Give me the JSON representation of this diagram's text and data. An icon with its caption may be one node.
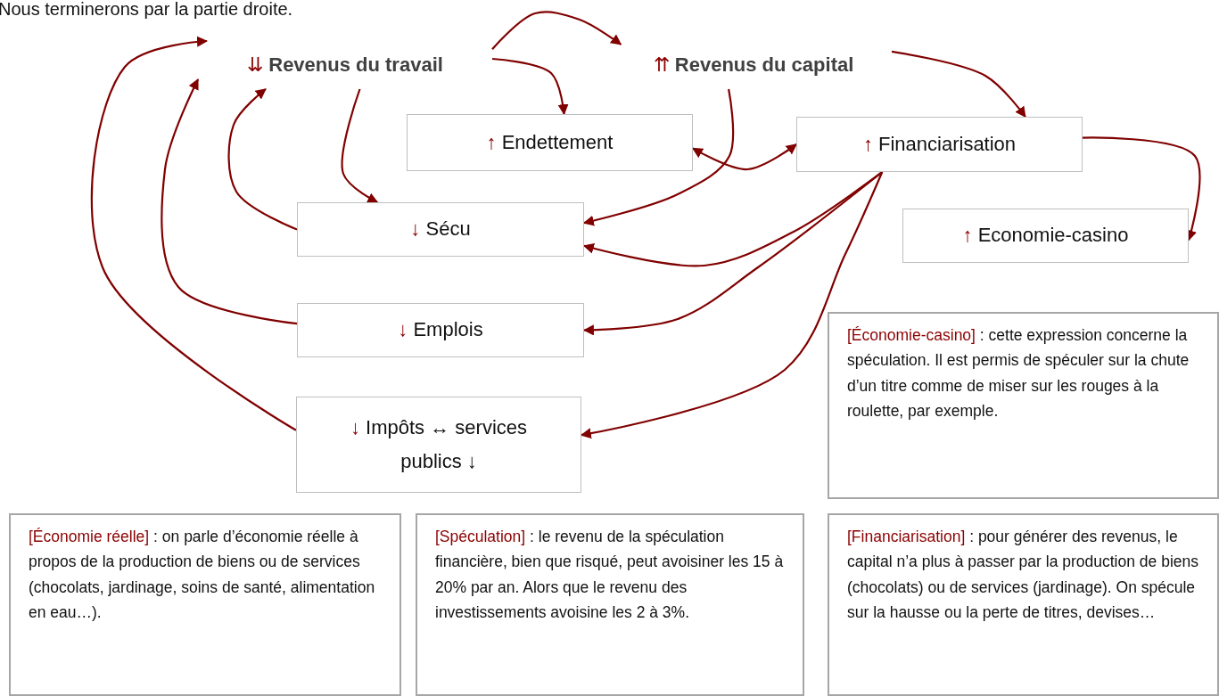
{
  "diagram": {
    "nodes": [
      {
        "text": [
          "⇊ Revenus du travail"
        ]
      },
      {
        "text": [
          "⇈ Revenus du capital"
        ]
      },
      {
        "text": [
          "↑ Endettement"
        ]
      },
      {
        "text": [
          "↑ Financiarisation"
        ]
      },
      {
        "text": [
          "↓ Sécu"
        ]
      },
      {
        "text": [
          "↑ Economie-casino"
        ]
      },
      {
        "text": [
          "↓ Emplois"
        ]
      },
      {
        "text": [
          "↓ Impôts ↔ services publics ↓"
        ]
      },
      {
        "text": [
          "[Économie-casino]",
          ": cette expression concerne la spéculation. Il est permis de spéculer sur la chute d’un titre comme de miser sur les rouges à la roulette, par exemple."
        ]
      },
      {
        "text": [
          "[Économie réelle]",
          ": on parle d’économie réelle à propos de la production de biens ou de services (chocolats, jardinage, soins de santé, alimentation en eau…)."
        ]
      },
      {
        "text": [
          "[Spéculation]",
          ": le revenu de la spéculation financière, bien que risqué, peut avoisiner les 15 à 20% par an. Alors que le revenu des investissements avoisine les 2 à 3%."
        ]
      },
      {
        "text": [
          "[Financiarisation]",
          ": pour générer des revenus, le capital n’a plus à passer par la production de biens (chocolats) ou de services (jardinage). On spécule sur la hausse ou la perte de titres, devises…"
        ]
      }
    ],
    "edges": [
      {
        "from": 4,
        "to": 0,
        "arrow": "to"
      },
      {
        "from": 6,
        "to": 0,
        "arrow": "to"
      },
      {
        "from": 7,
        "to": 0,
        "arrow": "to"
      },
      {
        "from": 0,
        "to": 4,
        "arrow": "to"
      },
      {
        "from": 0,
        "to": 1,
        "arrow": "to"
      },
      {
        "from": 0,
        "to": 2,
        "arrow": "to"
      },
      {
        "from": 1,
        "to": 4,
        "arrow": "to"
      },
      {
        "from": 1,
        "to": 3,
        "arrow": "to"
      },
      {
        "from": 2,
        "to": 3,
        "arrow": "both"
      },
      {
        "from": 3,
        "to": 5,
        "arrow": "to"
      },
      {
        "from": 3,
        "to": 4,
        "arrow": "to"
      },
      {
        "from": 3,
        "to": 6,
        "arrow": "to"
      },
      {
        "from": 3,
        "to": 7,
        "arrow": "to"
      }
    ],
    "labels": [
      "Nous terminerons par la partie droite."
    ]
  }
}
